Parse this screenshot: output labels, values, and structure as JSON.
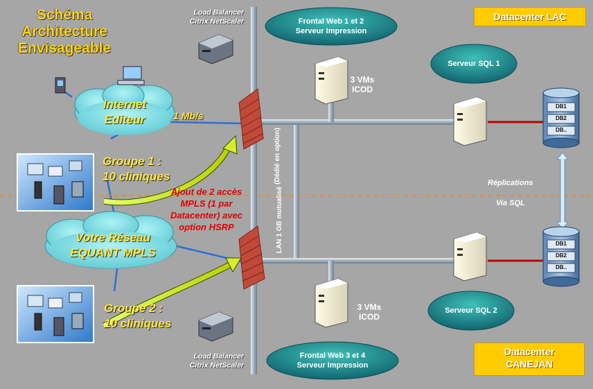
{
  "title": {
    "line1": "Schéma",
    "line2": "Architecture",
    "line3": "Envisageable"
  },
  "datacenters": {
    "lac": "Datacenter LAC",
    "canejan_line1": "Datacenter",
    "canejan_line2": "CANEJAN"
  },
  "clouds": {
    "internet_line1": "Internet",
    "internet_line2": "Editeur",
    "mpls_line1": "Votre Réseau",
    "mpls_line2": "EQUANT MPLS"
  },
  "link_speed": "1 Mb/s",
  "groups": {
    "g1_line1": "Groupe 1 :",
    "g1_line2": "10 cliniques",
    "g2_line1": "Groupe 2 :",
    "g2_line2": "10 cliniques"
  },
  "mpls_note": [
    "Ajout de 2 accès",
    "MPLS (1 par",
    "Datacenter) avec",
    "option HSRP"
  ],
  "load_balancer_top": {
    "line1": "Load Balancer",
    "line2": "Citrix  NetScaler"
  },
  "load_balancer_bottom": {
    "line1": "Load Balancer",
    "line2": "Citrix  NetScaler"
  },
  "frontal_top": {
    "line1": "Frontal Web 1 et 2",
    "line2": "Serveur Impression"
  },
  "frontal_bottom": {
    "line1": "Frontal Web 3 et 4",
    "line2": "Serveur Impression"
  },
  "sql1": "Serveur SQL 1",
  "sql2": "Serveur SQL 2",
  "vms_top": {
    "line1": "3 VMs",
    "line2": "ICOD"
  },
  "vms_bottom": {
    "line1": "3 VMs",
    "line2": "ICOD"
  },
  "vertical_labels": {
    "dedie": "(Dédié en option)",
    "lan": "LAN 1 GB mutualisé"
  },
  "replications": {
    "line1": "Réplications",
    "line2": "Via  SQL"
  },
  "db_top": [
    "DB1",
    "DB2",
    "DB.."
  ],
  "db_bottom": [
    "DB1",
    "DB2",
    "DB.."
  ],
  "colors": {
    "background": "#a6a6a6",
    "accent_yellow": "#ffcc00",
    "cloud": "#7fe0e6",
    "firewall": "#c84b3c",
    "teal_ellipse": "#1f8f8a"
  }
}
